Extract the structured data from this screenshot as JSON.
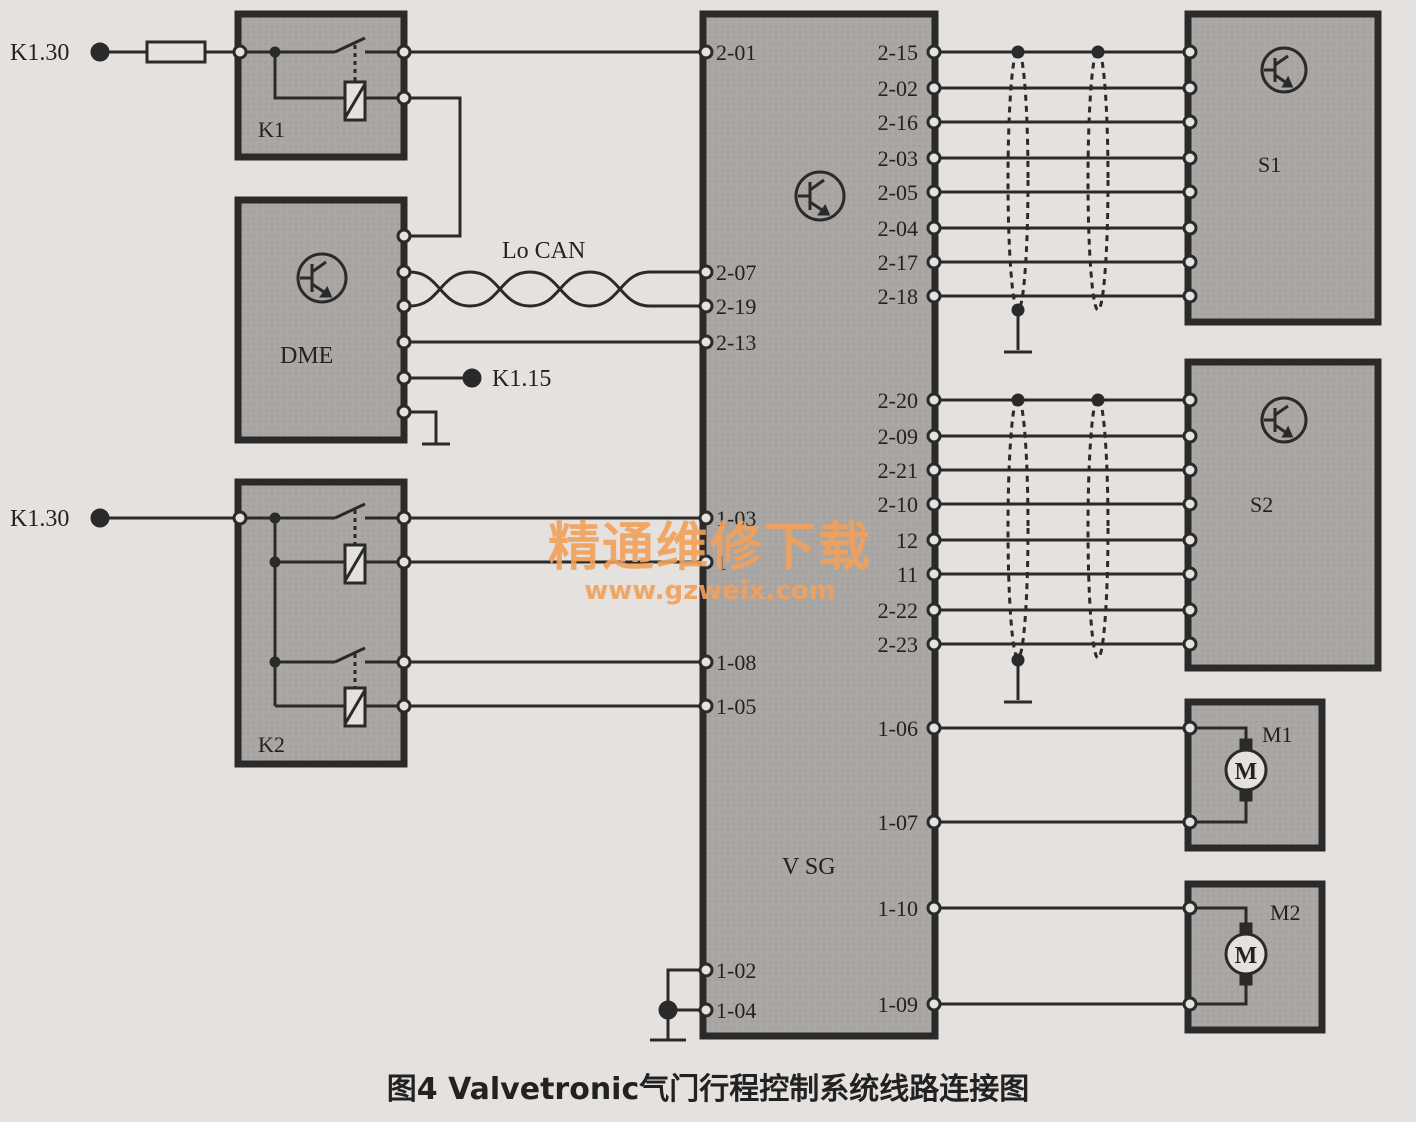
{
  "figure": {
    "caption": "图4 Valvetronic气门行程控制系统线路连接图",
    "watermark_title": "精通维修下载",
    "watermark_url": "www.gzweix.com"
  },
  "power": {
    "k130_top": "K1.30",
    "k130_bottom": "K1.30",
    "k115": "K1.15"
  },
  "components": {
    "k1": "K1",
    "dme": "DME",
    "k2": "K2",
    "vsg": "V SG",
    "s1": "S1",
    "s2": "S2",
    "m1": "M1",
    "m2": "M2",
    "motor_symbol": "M"
  },
  "bus": {
    "lo_can": "Lo CAN"
  },
  "pins": {
    "left": [
      "2-01",
      "2-07",
      "2-19",
      "2-13",
      "1-03",
      "1",
      "1-08",
      "1-05",
      "1-02",
      "1-04"
    ],
    "right_s1": [
      "2-15",
      "2-02",
      "2-16",
      "2-03",
      "2-05",
      "2-04",
      "2-17",
      "2-18"
    ],
    "right_s2": [
      "2-20",
      "2-09",
      "2-21",
      "2-10",
      "12",
      "11",
      "2-22",
      "2-23"
    ],
    "right_motor": [
      "1-06",
      "1-07",
      "1-10",
      "1-09"
    ]
  },
  "colors": {
    "box_fill": "#a9a6a3",
    "line": "#2a2a2a",
    "paper": "#e4e1de",
    "watermark": "#f2a15a"
  }
}
